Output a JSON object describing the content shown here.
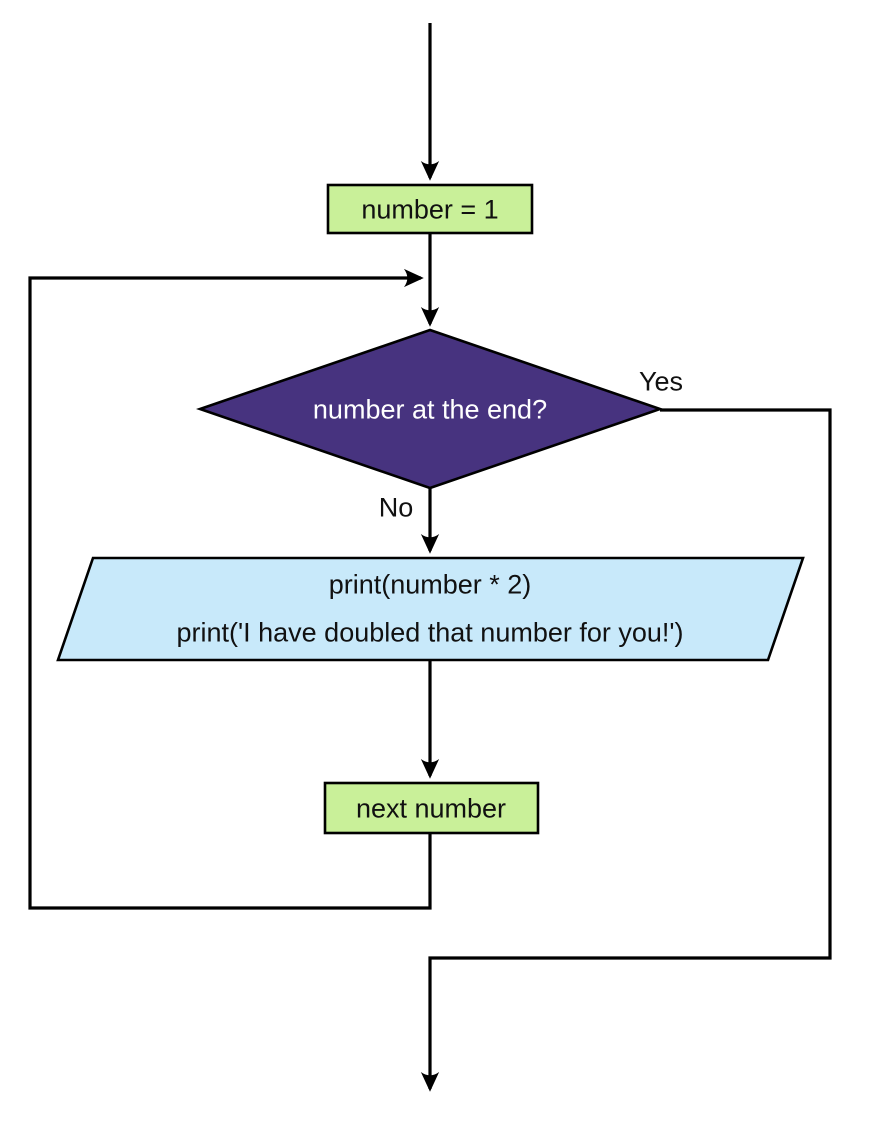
{
  "diagram": {
    "type": "flowchart",
    "background": "#ffffff",
    "colors": {
      "process_fill": "#c9f099",
      "decision_fill": "#47337f",
      "decision_text": "#ffffff",
      "io_fill": "#c8e9fa",
      "line": "#000000",
      "text": "#111111"
    },
    "nodes": {
      "init": {
        "shape": "process-rectangle",
        "label": "number = 1"
      },
      "decision": {
        "shape": "decision-diamond",
        "label": "number at the end?"
      },
      "io": {
        "shape": "input-output-parallelogram",
        "line1": "print(number * 2)",
        "line2": "print('I have doubled that number for you!')"
      },
      "next": {
        "shape": "process-rectangle",
        "label": "next number"
      }
    },
    "edges": {
      "yes": "Yes",
      "no": "No"
    }
  }
}
